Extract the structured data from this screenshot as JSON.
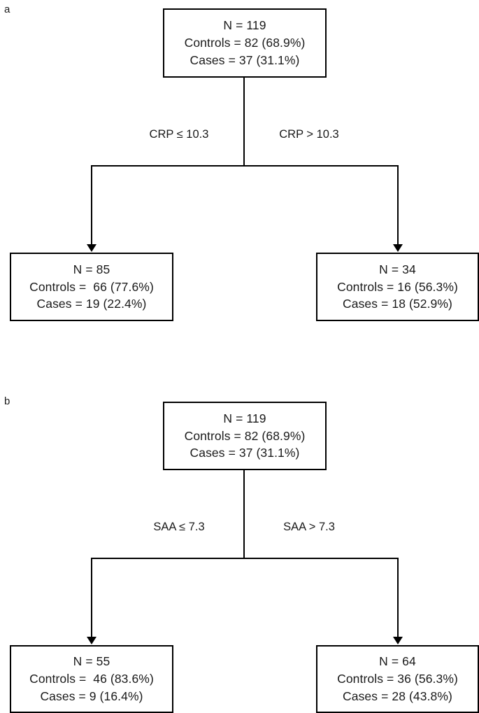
{
  "figure": {
    "panels": [
      {
        "id": "a",
        "label": "a",
        "root": {
          "line1": "N = 119",
          "line2": "Controls = 82 (68.9%)",
          "line3": "Cases = 37 (31.1%)"
        },
        "split": {
          "left_label": "CRP ≤ 10.3",
          "right_label": "CRP > 10.3",
          "variable": "CRP",
          "threshold": "10.3"
        },
        "leaves": [
          {
            "side": "left",
            "line1": "N = 85",
            "line2": "Controls =  66 (77.6%)",
            "line3": "Cases = 19 (22.4%)"
          },
          {
            "side": "right",
            "line1": "N = 34",
            "line2": "Controls = 16 (56.3%)",
            "line3": "Cases = 18 (52.9%)"
          }
        ]
      },
      {
        "id": "b",
        "label": "b",
        "root": {
          "line1": "N = 119",
          "line2": "Controls = 82 (68.9%)",
          "line3": "Cases = 37 (31.1%)"
        },
        "split": {
          "left_label": "SAA ≤ 7.3",
          "right_label": "SAA > 7.3",
          "variable": "SAA",
          "threshold": "7.3"
        },
        "leaves": [
          {
            "side": "left",
            "line1": "N = 55",
            "line2": "Controls =  46 (83.6%)",
            "line3": "Cases = 9 (16.4%)"
          },
          {
            "side": "right",
            "line1": "N = 64",
            "line2": "Controls = 36 (56.3%)",
            "line3": "Cases = 28 (43.8%)"
          }
        ]
      }
    ],
    "colors": {
      "stroke": "#000000",
      "text": "#1a1a1a",
      "background": "#ffffff"
    }
  }
}
